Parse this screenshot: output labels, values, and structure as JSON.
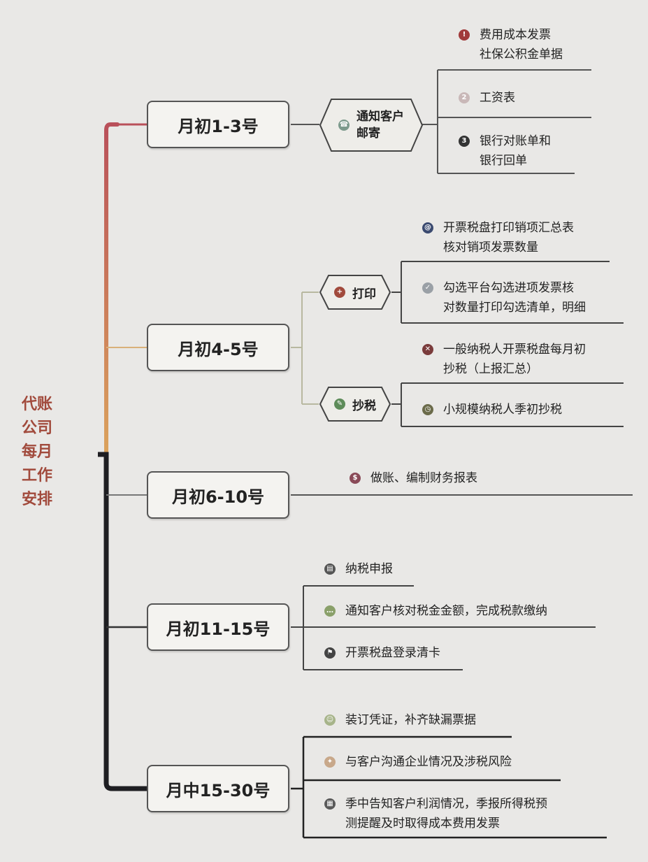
{
  "root": {
    "lines": [
      "代账",
      "公司",
      "每月",
      "工作",
      "安排"
    ]
  },
  "phases": [
    {
      "label": "月初1-3号"
    },
    {
      "label": "月初4-5号"
    },
    {
      "label": "月初6-10号"
    },
    {
      "label": "月初11-15号"
    },
    {
      "label": "月中15-30号"
    }
  ],
  "subnodes": {
    "notify": "通知客户\n邮寄",
    "print": "打印",
    "copy_tax": "抄税"
  },
  "items": {
    "p1_a": "费用成本发票\n社保公积金单据",
    "p1_b": "工资表",
    "p1_c": "银行对账单和\n银行回单",
    "p2_a": "开票税盘打印销项汇总表\n核对销项发票数量",
    "p2_b": "勾选平台勾选进项发票核\n对数量打印勾选清单，明细",
    "p2_c": "一般纳税人开票税盘每月初\n抄税（上报汇总）",
    "p2_d": "小规模纳税人季初抄税",
    "p3_a": "做账、编制财务报表",
    "p4_a": "纳税申报",
    "p4_b": "通知客户核对税金金额，完成税款缴纳",
    "p4_c": "开票税盘登录清卡",
    "p5_a": "装订凭证，补齐缺漏票据",
    "p5_b": "与客户沟通企业情况及涉税风险",
    "p5_c": "季中告知客户利润情况，季报所得税预\n测提醒及时取得成本费用发票"
  },
  "colors": {
    "root_text": "#a14a3c",
    "branch_red": "#b9505a",
    "branch_orange": "#d9a25a",
    "branch_dark": "#1e1e22"
  }
}
